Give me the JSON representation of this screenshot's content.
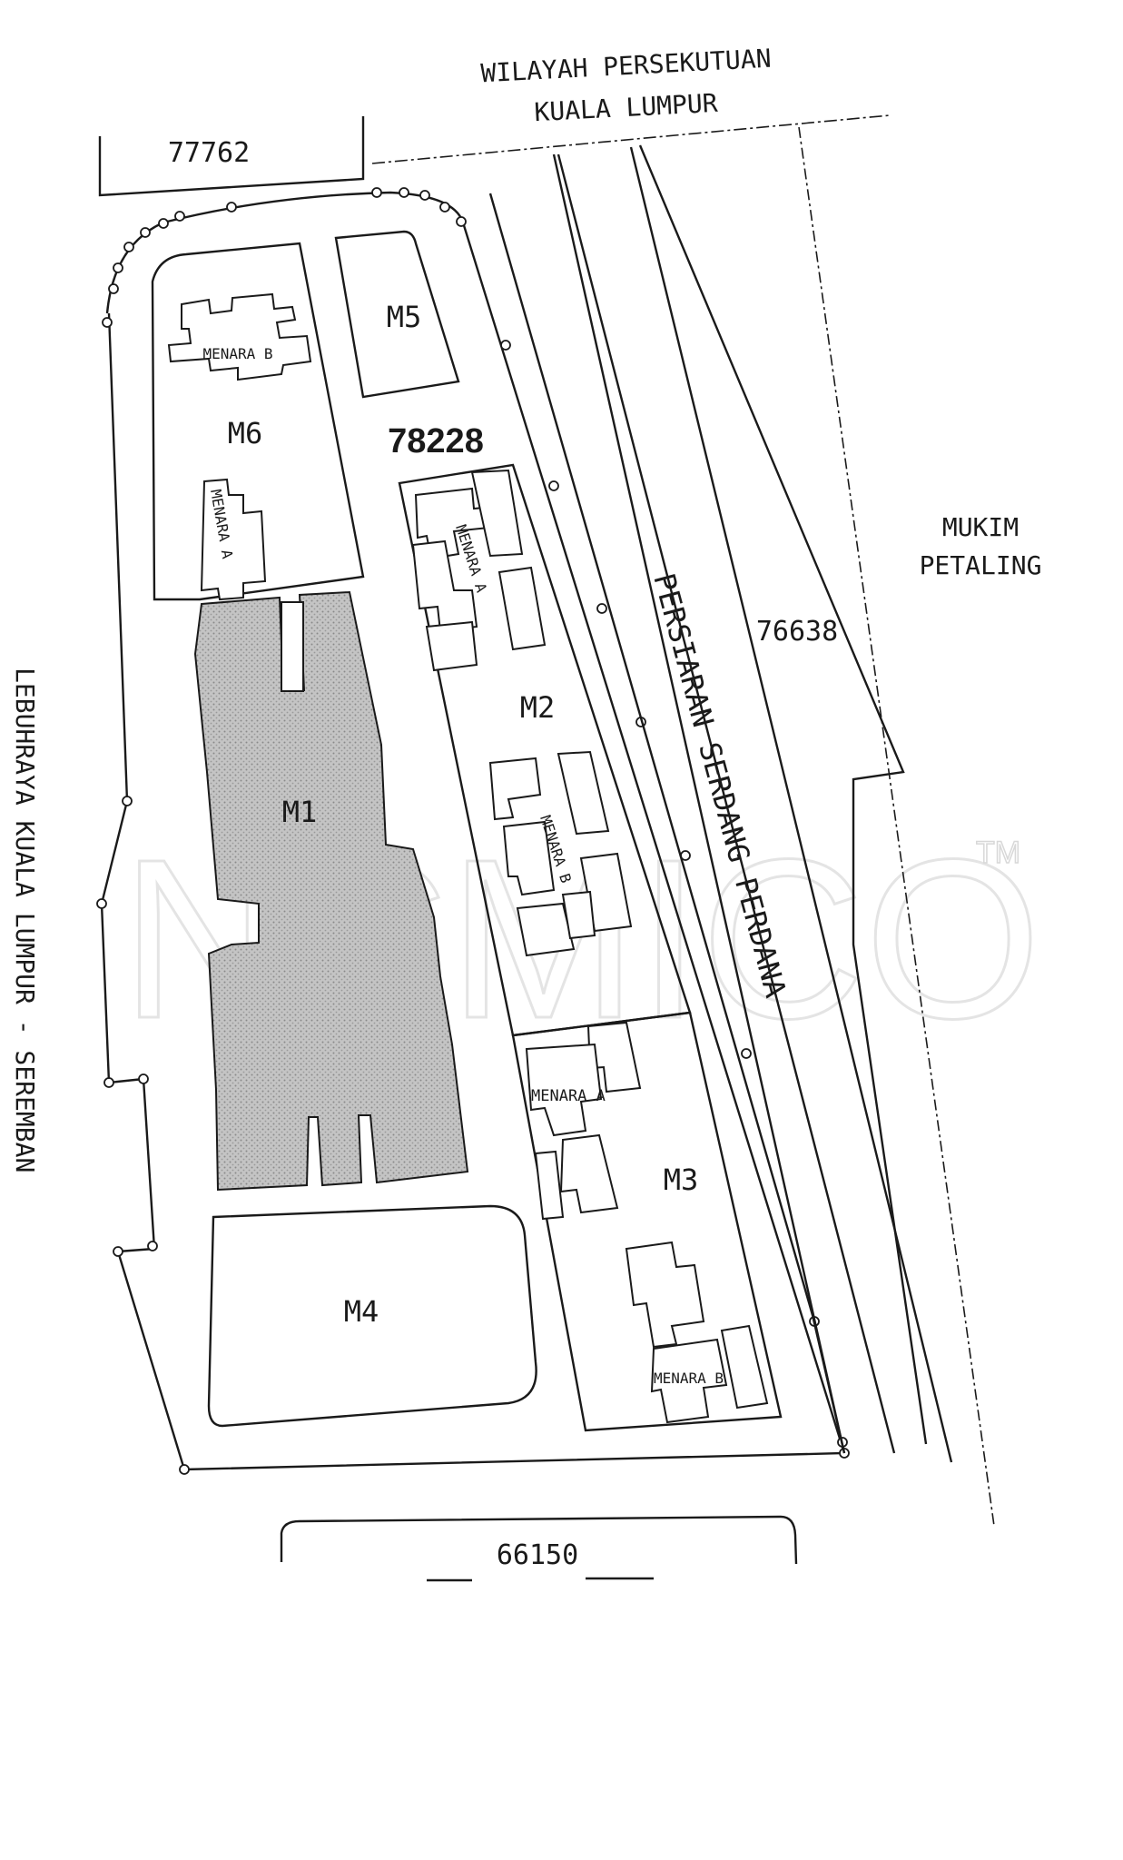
{
  "labels": {
    "wilayah_1": "WILAYAH PERSEKUTUAN",
    "wilayah_2": "KUALA LUMPUR",
    "lot_77762": "77762",
    "lot_78228": "78228",
    "lot_76638": "76638",
    "lot_66150": "66150",
    "mukim_1": "MUKIM",
    "mukim_2": "PETALING",
    "road_left": "LEBUHRAYA KUALA LUMPUR - SEREMBAN",
    "road_mid": "PERSIARAN SERDANG PERDANA",
    "m1": "M1",
    "m2": "M2",
    "m3": "M3",
    "m4": "M4",
    "m5": "M5",
    "m6": "M6",
    "menara_a": "MENARA A",
    "menara_b": "MENARA B",
    "watermark": "NCMICO",
    "tm": "TM"
  },
  "colors": {
    "ink": "#1a1a1a",
    "shade": "#b9b9b9",
    "watermark": "#e6e6e6"
  }
}
